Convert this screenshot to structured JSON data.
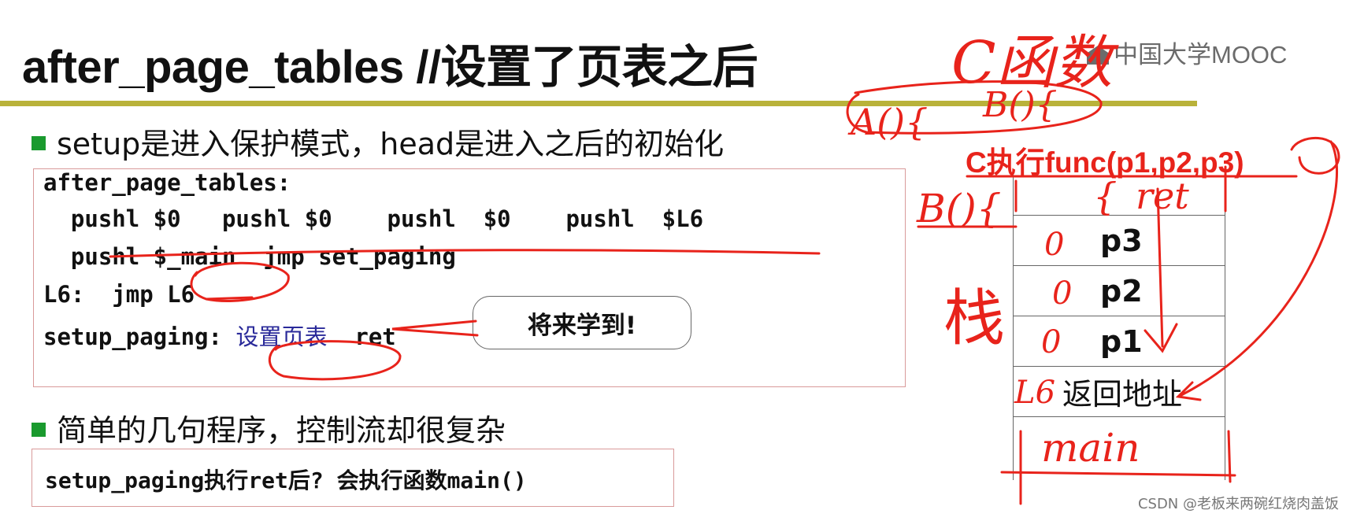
{
  "slide": {
    "title": "after_page_tables //设置了页表之后",
    "logo": "中国大学MOOC",
    "bullet1": "setup是进入保护模式，head是进入之后的初始化",
    "bullet2": "简单的几句程序，控制流却很复杂",
    "code_lines": [
      "after_page_tables:",
      "  pushl $0   pushl $0    pushl  $0    pushl  $L6",
      "  pushl $_main  jmp set_paging",
      "L6:  jmp L6",
      "setup_paging: "
    ],
    "code_line5_cn": "设置页表",
    "code_line5_tail": "  ret",
    "callout": "将来学到!",
    "question": "setup_paging执行ret后? 会执行函数main()"
  },
  "stack_diagram": {
    "exec_label": "C执行func(p1,p2,p3)",
    "cells": [
      "p3",
      "p2",
      "p1",
      "返回地址"
    ]
  },
  "annotations": {
    "c_func": "C函数",
    "a_call": "A(){",
    "b_call": "B(){",
    "b_call2": "B(){",
    "zhan": "栈",
    "ret": "ret",
    "brace": "{",
    "zeros": [
      "0",
      "0",
      "0"
    ],
    "l6": "L6",
    "main": "main"
  },
  "watermark": "CSDN @老板来两碗红烧肉盖饭",
  "colors": {
    "accent_rule": "#b9b23a",
    "bullet": "#1a9a2e",
    "ink": "#e8231b"
  }
}
